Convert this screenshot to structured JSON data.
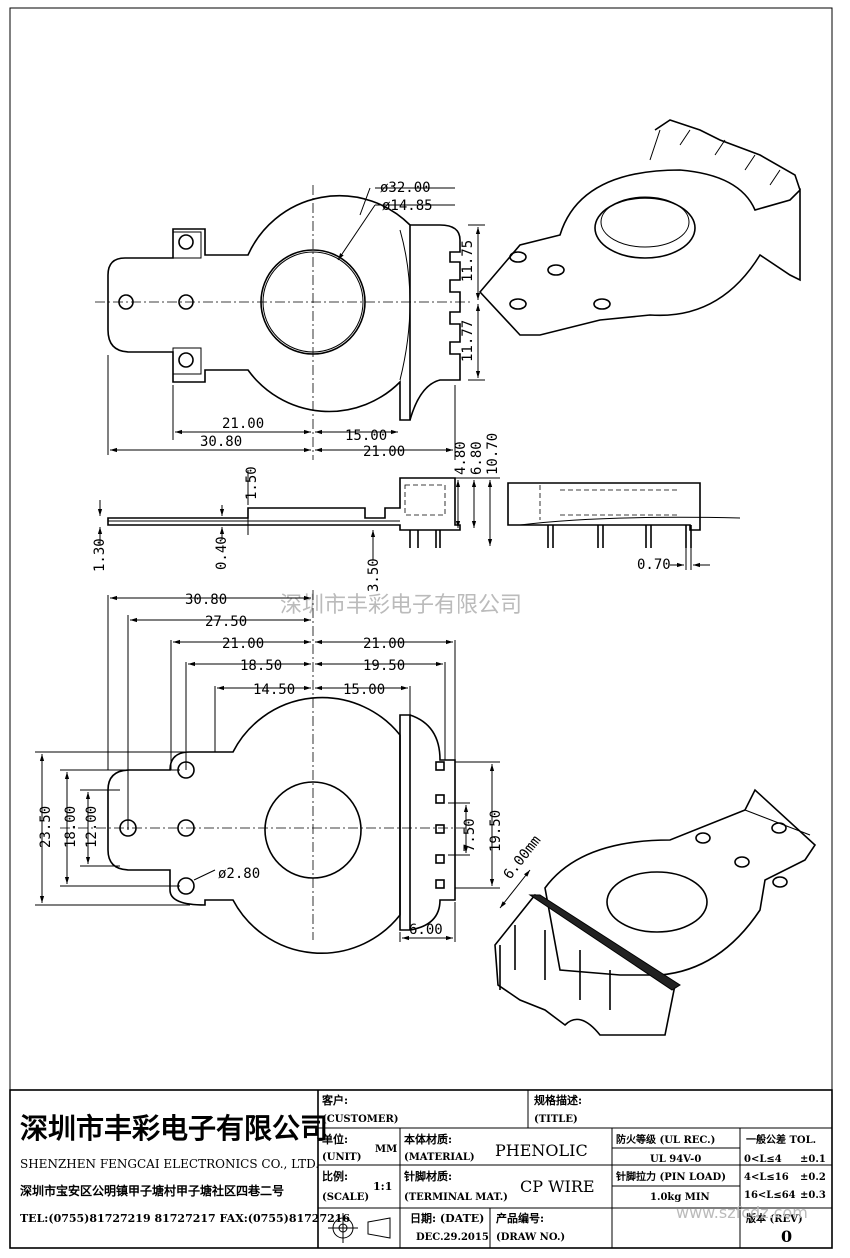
{
  "drawing": {
    "watermark": "深圳市丰彩电子有限公司",
    "watermark_url": "www.szfcdz.com",
    "top_view": {
      "dims": {
        "d_outer": "ø32.00",
        "d_inner": "ø14.85",
        "h_upper": "11.75",
        "h_lower": "11.77",
        "w_left": "21.00",
        "w_right": "15.00",
        "w_total": "30.80",
        "w_right2": "21.00"
      }
    },
    "side_view": {
      "dims": {
        "h1": "4.80",
        "h2": "6.80",
        "h3": "10.70",
        "t1": "1.50",
        "t2": "1.30",
        "t3": "0.40",
        "pin_len": "3.50",
        "pin_d": "0.70"
      }
    },
    "bottom_view": {
      "dims": {
        "a": "30.80",
        "b": "27.50",
        "c": "21.00",
        "d": "18.50",
        "e": "14.50",
        "f": "21.00",
        "g": "19.50",
        "h": "15.00",
        "v1": "23.50",
        "v2": "18.00",
        "v3": "12.00",
        "hole": "ø2.80",
        "p1": "7.50",
        "p2": "19.50",
        "w6": "6.00",
        "iso": "6.00mm"
      }
    }
  },
  "title_block": {
    "company_cn": "深圳市丰彩电子有限公司",
    "company_en": "SHENZHEN FENGCAI ELECTRONICS CO., LTD.",
    "address": "深圳市宝安区公明镇甲子塘村甲子塘社区四巷二号",
    "contacts": "TEL:(0755)81727219  81727217   FAX:(0755)81727216",
    "customer_label_cn": "客户:",
    "customer_label_en": "(CUSTOMER)",
    "title_label_cn": "规格描述:",
    "title_label_en": "(TITLE)",
    "unit_label_cn": "单位:",
    "unit_label_en": "(UNIT)",
    "unit_value": "MM",
    "material_label_cn": "本体材质:",
    "material_label_en": "(MATERIAL)",
    "material_value": "PHENOLIC",
    "flame_label": "防火等级 (UL REC.)",
    "flame_value": "UL 94V-0",
    "tol_label": "一般公差 TOL.",
    "scale_label_cn": "比例:",
    "scale_label_en": "(SCALE)",
    "scale_value": "1:1",
    "terminal_label_cn": "针脚材质:",
    "terminal_label_en": "(TERMINAL MAT.)",
    "terminal_value": "CP WIRE",
    "pinload_label": "针脚拉力 (PIN LOAD)",
    "pinload_value": "1.0kg MIN",
    "date_label": "日期: (DATE)",
    "date_value": "DEC.29.2015",
    "drawno_label_cn": "产品编号:",
    "drawno_label_en": "(DRAW NO.)",
    "rev_label": "版本 (REV)",
    "rev_value": "0",
    "tolerances": [
      {
        "range": "0<L≤4",
        "tol": "±0.1"
      },
      {
        "range": "4<L≤16",
        "tol": "±0.2"
      },
      {
        "range": "16<L≤64",
        "tol": "±0.3"
      }
    ]
  }
}
